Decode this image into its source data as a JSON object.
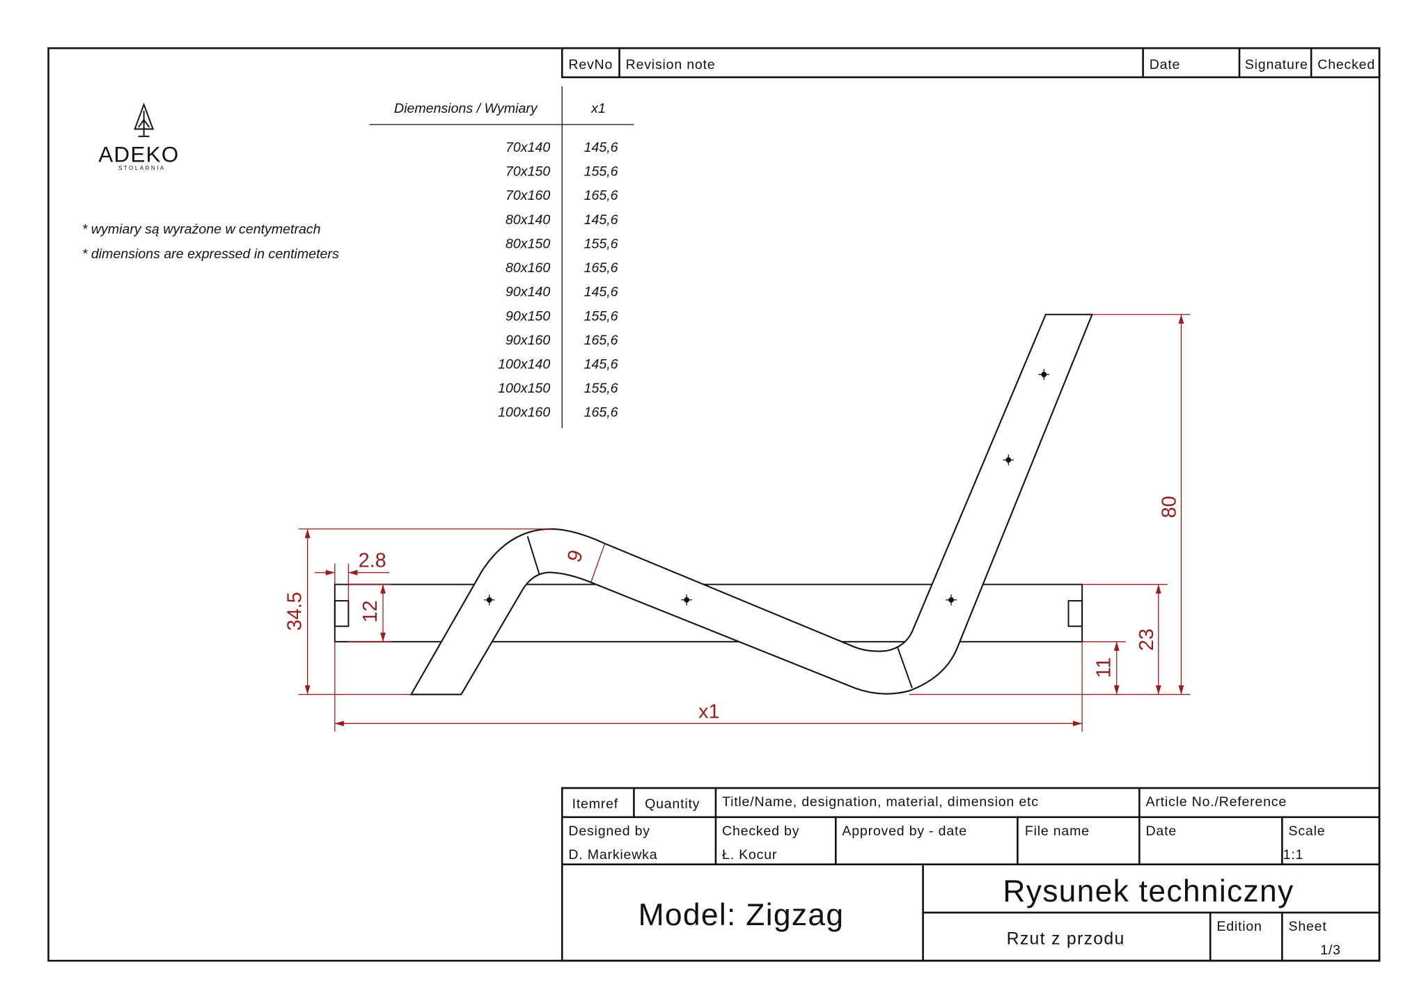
{
  "colors": {
    "line": "#111111",
    "dimension": "#9a1b1b"
  },
  "logo": {
    "name": "ADEKO",
    "subtitle": "STOLARNIA"
  },
  "notes": [
    "* wymiary są wyrażone w centymetrach",
    "* dimensions are expressed in centimeters"
  ],
  "revision": {
    "revno": "RevNo",
    "note": "Revision note",
    "date": "Date",
    "signature": "Signature",
    "checked": "Checked"
  },
  "dimensions_table": {
    "header_size": "Diemensions / Wymiary",
    "header_x1": "x1",
    "rows": [
      {
        "size": "70x140",
        "x1": "145,6"
      },
      {
        "size": "70x150",
        "x1": "155,6"
      },
      {
        "size": "70x160",
        "x1": "165,6"
      },
      {
        "size": "80x140",
        "x1": "145,6"
      },
      {
        "size": "80x150",
        "x1": "155,6"
      },
      {
        "size": "80x160",
        "x1": "165,6"
      },
      {
        "size": "90x140",
        "x1": "145,6"
      },
      {
        "size": "90x150",
        "x1": "155,6"
      },
      {
        "size": "90x160",
        "x1": "165,6"
      },
      {
        "size": "100x140",
        "x1": "145,6"
      },
      {
        "size": "100x150",
        "x1": "155,6"
      },
      {
        "size": "100x160",
        "x1": "165,6"
      }
    ]
  },
  "drawing": {
    "dims": {
      "h_total": "34.5",
      "offset": "2.8",
      "rail_h": "12",
      "thickness": "9",
      "height": "80",
      "h23": "23",
      "h11": "11",
      "length": "x1"
    }
  },
  "title_block": {
    "itemref": "Itemref",
    "quantity": "Quantity",
    "title_name": "Title/Name, designation, material, dimension etc",
    "article": "Article No./Reference",
    "designed_by": "Designed by",
    "designer": "D. Markiewka",
    "checked_by": "Checked by",
    "checker": "Ł. Kocur",
    "approved": "Approved by - date",
    "file_name": "File name",
    "date": "Date",
    "scale": "Scale",
    "scale_value": "1:1",
    "model": "Model: Zigzag",
    "drawing_title": "Rysunek techniczny",
    "view": "Rzut z przodu",
    "edition": "Edition",
    "sheet": "Sheet",
    "sheet_value": "1/3"
  }
}
